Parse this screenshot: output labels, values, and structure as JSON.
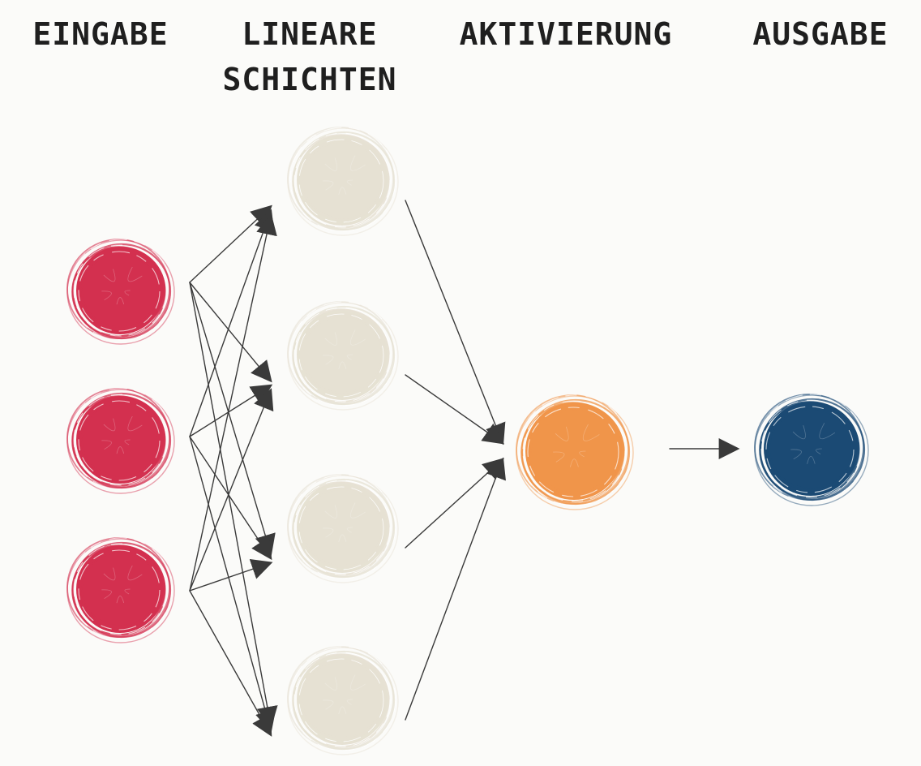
{
  "labels": {
    "input": "EINGABE",
    "linear_line1": "LINEARE",
    "linear_line2": "SCHICHTEN",
    "activation": "AKTIVIERUNG",
    "output": "AUSGABE"
  },
  "colors": {
    "input_node": "#d3304f",
    "hidden_node": "#e6e1d3",
    "activation_node": "#f0954a",
    "output_node": "#1b4a74",
    "edge": "#3a3a3a",
    "background": "#fbfbf9"
  },
  "nodes": {
    "input_count": 3,
    "hidden_count": 4,
    "activation_count": 1,
    "output_count": 1
  }
}
